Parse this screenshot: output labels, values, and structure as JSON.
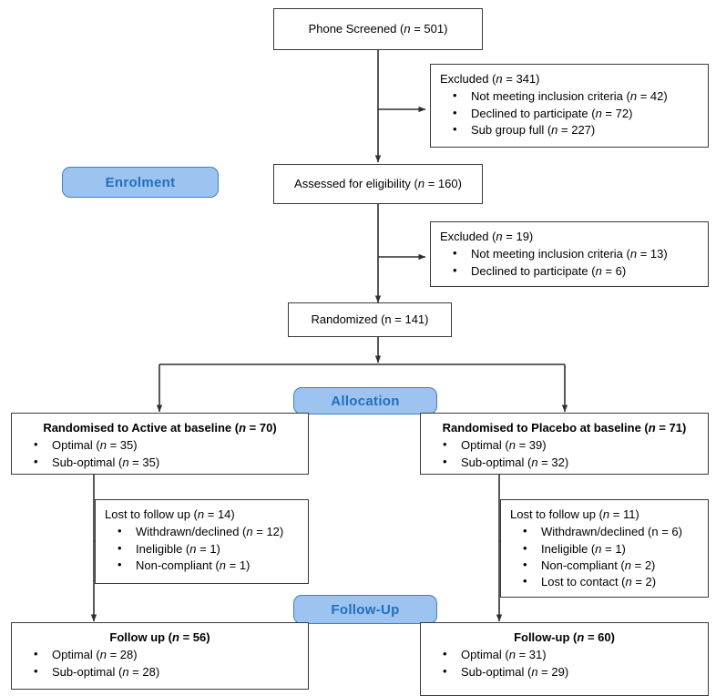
{
  "diagram": {
    "title": "CONSORT participant flow diagram",
    "type": "flowchart",
    "stage_color": "#9DC3F0",
    "stage_text_color": "#1F6FBF",
    "box_border_color": "#3a3a3a"
  },
  "stages": {
    "enrolment": "Enrolment",
    "allocation": "Allocation",
    "followup": "Follow-Up"
  },
  "nodes": {
    "phone_screened": {
      "label": "Phone Screened (n = 501)",
      "label_prefix": "Phone Screened (",
      "n_symbol": "n",
      "label_suffix": " = 501)"
    },
    "excluded_1": {
      "head_prefix": "Excluded (",
      "n_symbol": "n",
      "head_suffix": " = 341)",
      "items": [
        {
          "text": "Not meeting inclusion criteria (",
          "n": "n",
          "tail": " = 42)"
        },
        {
          "text": "Declined to participate (",
          "n": "n",
          "tail": " = 72)"
        },
        {
          "text": "Sub group full (",
          "n": "n",
          "tail": " = 227)"
        }
      ]
    },
    "assessed": {
      "label_prefix": "Assessed for eligibility (",
      "n_symbol": "n",
      "label_suffix": " = 160)"
    },
    "excluded_2": {
      "head_prefix": "Excluded (",
      "n_symbol": "n",
      "head_suffix": " = 19)",
      "items": [
        {
          "text": "Not meeting inclusion criteria (",
          "n": "n",
          "tail": " = 13)"
        },
        {
          "text": "Declined to participate (",
          "n": "n",
          "tail": " = 6)"
        }
      ]
    },
    "randomized": {
      "label": "Randomized (n = 141)"
    },
    "active_baseline": {
      "head_prefix": "Randomised to Active at baseline (",
      "n_symbol": "n",
      "head_suffix": " = 70)",
      "items": [
        {
          "text": "Optimal (",
          "n": "n",
          "tail": " = 35)"
        },
        {
          "text": "Sub-optimal (",
          "n": "n",
          "tail": " = 35)"
        }
      ]
    },
    "placebo_baseline": {
      "head_prefix": "Randomised to Placebo at baseline (",
      "n_symbol": "n",
      "head_suffix": " = 71)",
      "items": [
        {
          "text": "Optimal (",
          "n": "n",
          "tail": " = 39)"
        },
        {
          "text": "Sub-optimal (",
          "n": "n",
          "tail": " = 32)"
        }
      ]
    },
    "lost_active": {
      "head_prefix": "Lost to follow up (",
      "n_symbol": "n",
      "head_suffix": " = 14)",
      "items": [
        {
          "text": "Withdrawn/declined (",
          "n": "n",
          "tail": " = 12)"
        },
        {
          "text": "Ineligible (",
          "n": "n",
          "tail": " = 1)"
        },
        {
          "text": "Non-compliant (",
          "n": "n",
          "tail": " = 1)"
        }
      ]
    },
    "lost_placebo": {
      "head_prefix": "Lost to follow up (",
      "n_symbol": "n",
      "head_suffix": " = 11)",
      "items": [
        {
          "text": "Withdrawn/declined (n = 6)",
          "n": "",
          "tail": ""
        },
        {
          "text": "Ineligible (",
          "n": "n",
          "tail": " = 1)"
        },
        {
          "text": "Non-compliant (",
          "n": "n",
          "tail": " = 2)"
        },
        {
          "text": "Lost to contact (",
          "n": "n",
          "tail": " = 2)"
        }
      ]
    },
    "followup_active": {
      "head_prefix": "Follow up (",
      "n_symbol": "n",
      "head_suffix": " = 56)",
      "items": [
        {
          "text": "Optimal (",
          "n": "n",
          "tail": " = 28)"
        },
        {
          "text": "Sub-optimal (",
          "n": "n",
          "tail": " = 28)"
        }
      ]
    },
    "followup_placebo": {
      "head_prefix": "Follow-up (",
      "n_symbol": "n",
      "head_suffix": " = 60)",
      "items": [
        {
          "text": "Optimal (",
          "n": "n",
          "tail": " = 31)"
        },
        {
          "text": "Sub-optimal (",
          "n": "n",
          "tail": " = 29)"
        }
      ]
    }
  },
  "chart_data": {
    "type": "flowchart",
    "title": "CONSORT participant flow",
    "counts": {
      "phone_screened": 501,
      "excluded_after_phone_screen": 341,
      "excluded_not_meeting_inclusion_criteria_1": 42,
      "excluded_declined_to_participate_1": 72,
      "excluded_sub_group_full": 227,
      "assessed_for_eligibility": 160,
      "excluded_after_assessment": 19,
      "excluded_not_meeting_inclusion_criteria_2": 13,
      "excluded_declined_to_participate_2": 6,
      "randomized": 141,
      "active_baseline": 70,
      "active_baseline_optimal": 35,
      "active_baseline_sub_optimal": 35,
      "placebo_baseline": 71,
      "placebo_baseline_optimal": 39,
      "placebo_baseline_sub_optimal": 32,
      "active_lost_to_follow_up": 14,
      "active_withdrawn_declined": 12,
      "active_ineligible": 1,
      "active_non_compliant": 1,
      "placebo_lost_to_follow_up": 11,
      "placebo_withdrawn_declined": 6,
      "placebo_ineligible": 1,
      "placebo_non_compliant": 2,
      "placebo_lost_to_contact": 2,
      "active_follow_up": 56,
      "active_follow_up_optimal": 28,
      "active_follow_up_sub_optimal": 28,
      "placebo_follow_up": 60,
      "placebo_follow_up_optimal": 31,
      "placebo_follow_up_sub_optimal": 29
    }
  }
}
